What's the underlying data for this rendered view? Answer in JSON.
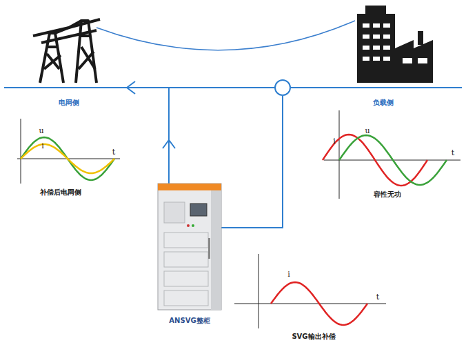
{
  "diagram": {
    "nodes": [
      {
        "text": [
          "ANSVG整柜"
        ]
      }
    ],
    "labels": [
      "电网侧",
      "负载侧",
      "u",
      "i",
      "t",
      "补偿后电网侧",
      "i",
      "u",
      "t",
      "容性无功",
      "i",
      "t",
      "SVG输出补偿"
    ]
  }
}
